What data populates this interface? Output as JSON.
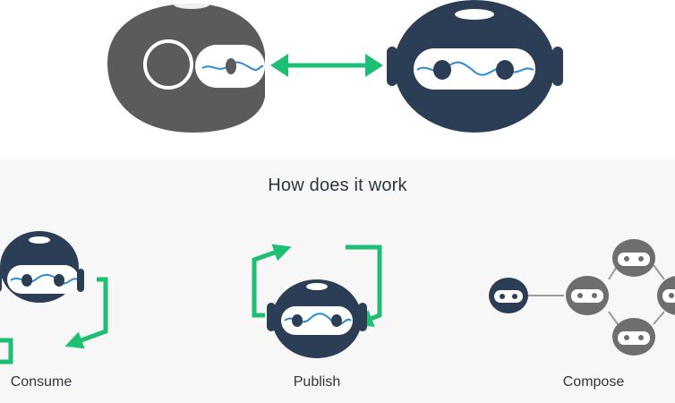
{
  "heading": "How does it work",
  "panels": [
    {
      "id": "consume",
      "label": "Consume"
    },
    {
      "id": "publish",
      "label": "Publish"
    },
    {
      "id": "compose",
      "label": "Compose"
    }
  ],
  "colors": {
    "robot_dark": "#2c3e55",
    "robot_grey": "#5b5b5b",
    "robot_grey_light": "#6e6e6e",
    "arrow_green": "#1dbf73",
    "visor": "#ffffff",
    "wave": "#2a8ad4",
    "background_section": "#f7f7f7"
  },
  "icons": [
    "robot-icon",
    "double-arrow-icon",
    "cycle-arrow-icon",
    "network-icon"
  ]
}
